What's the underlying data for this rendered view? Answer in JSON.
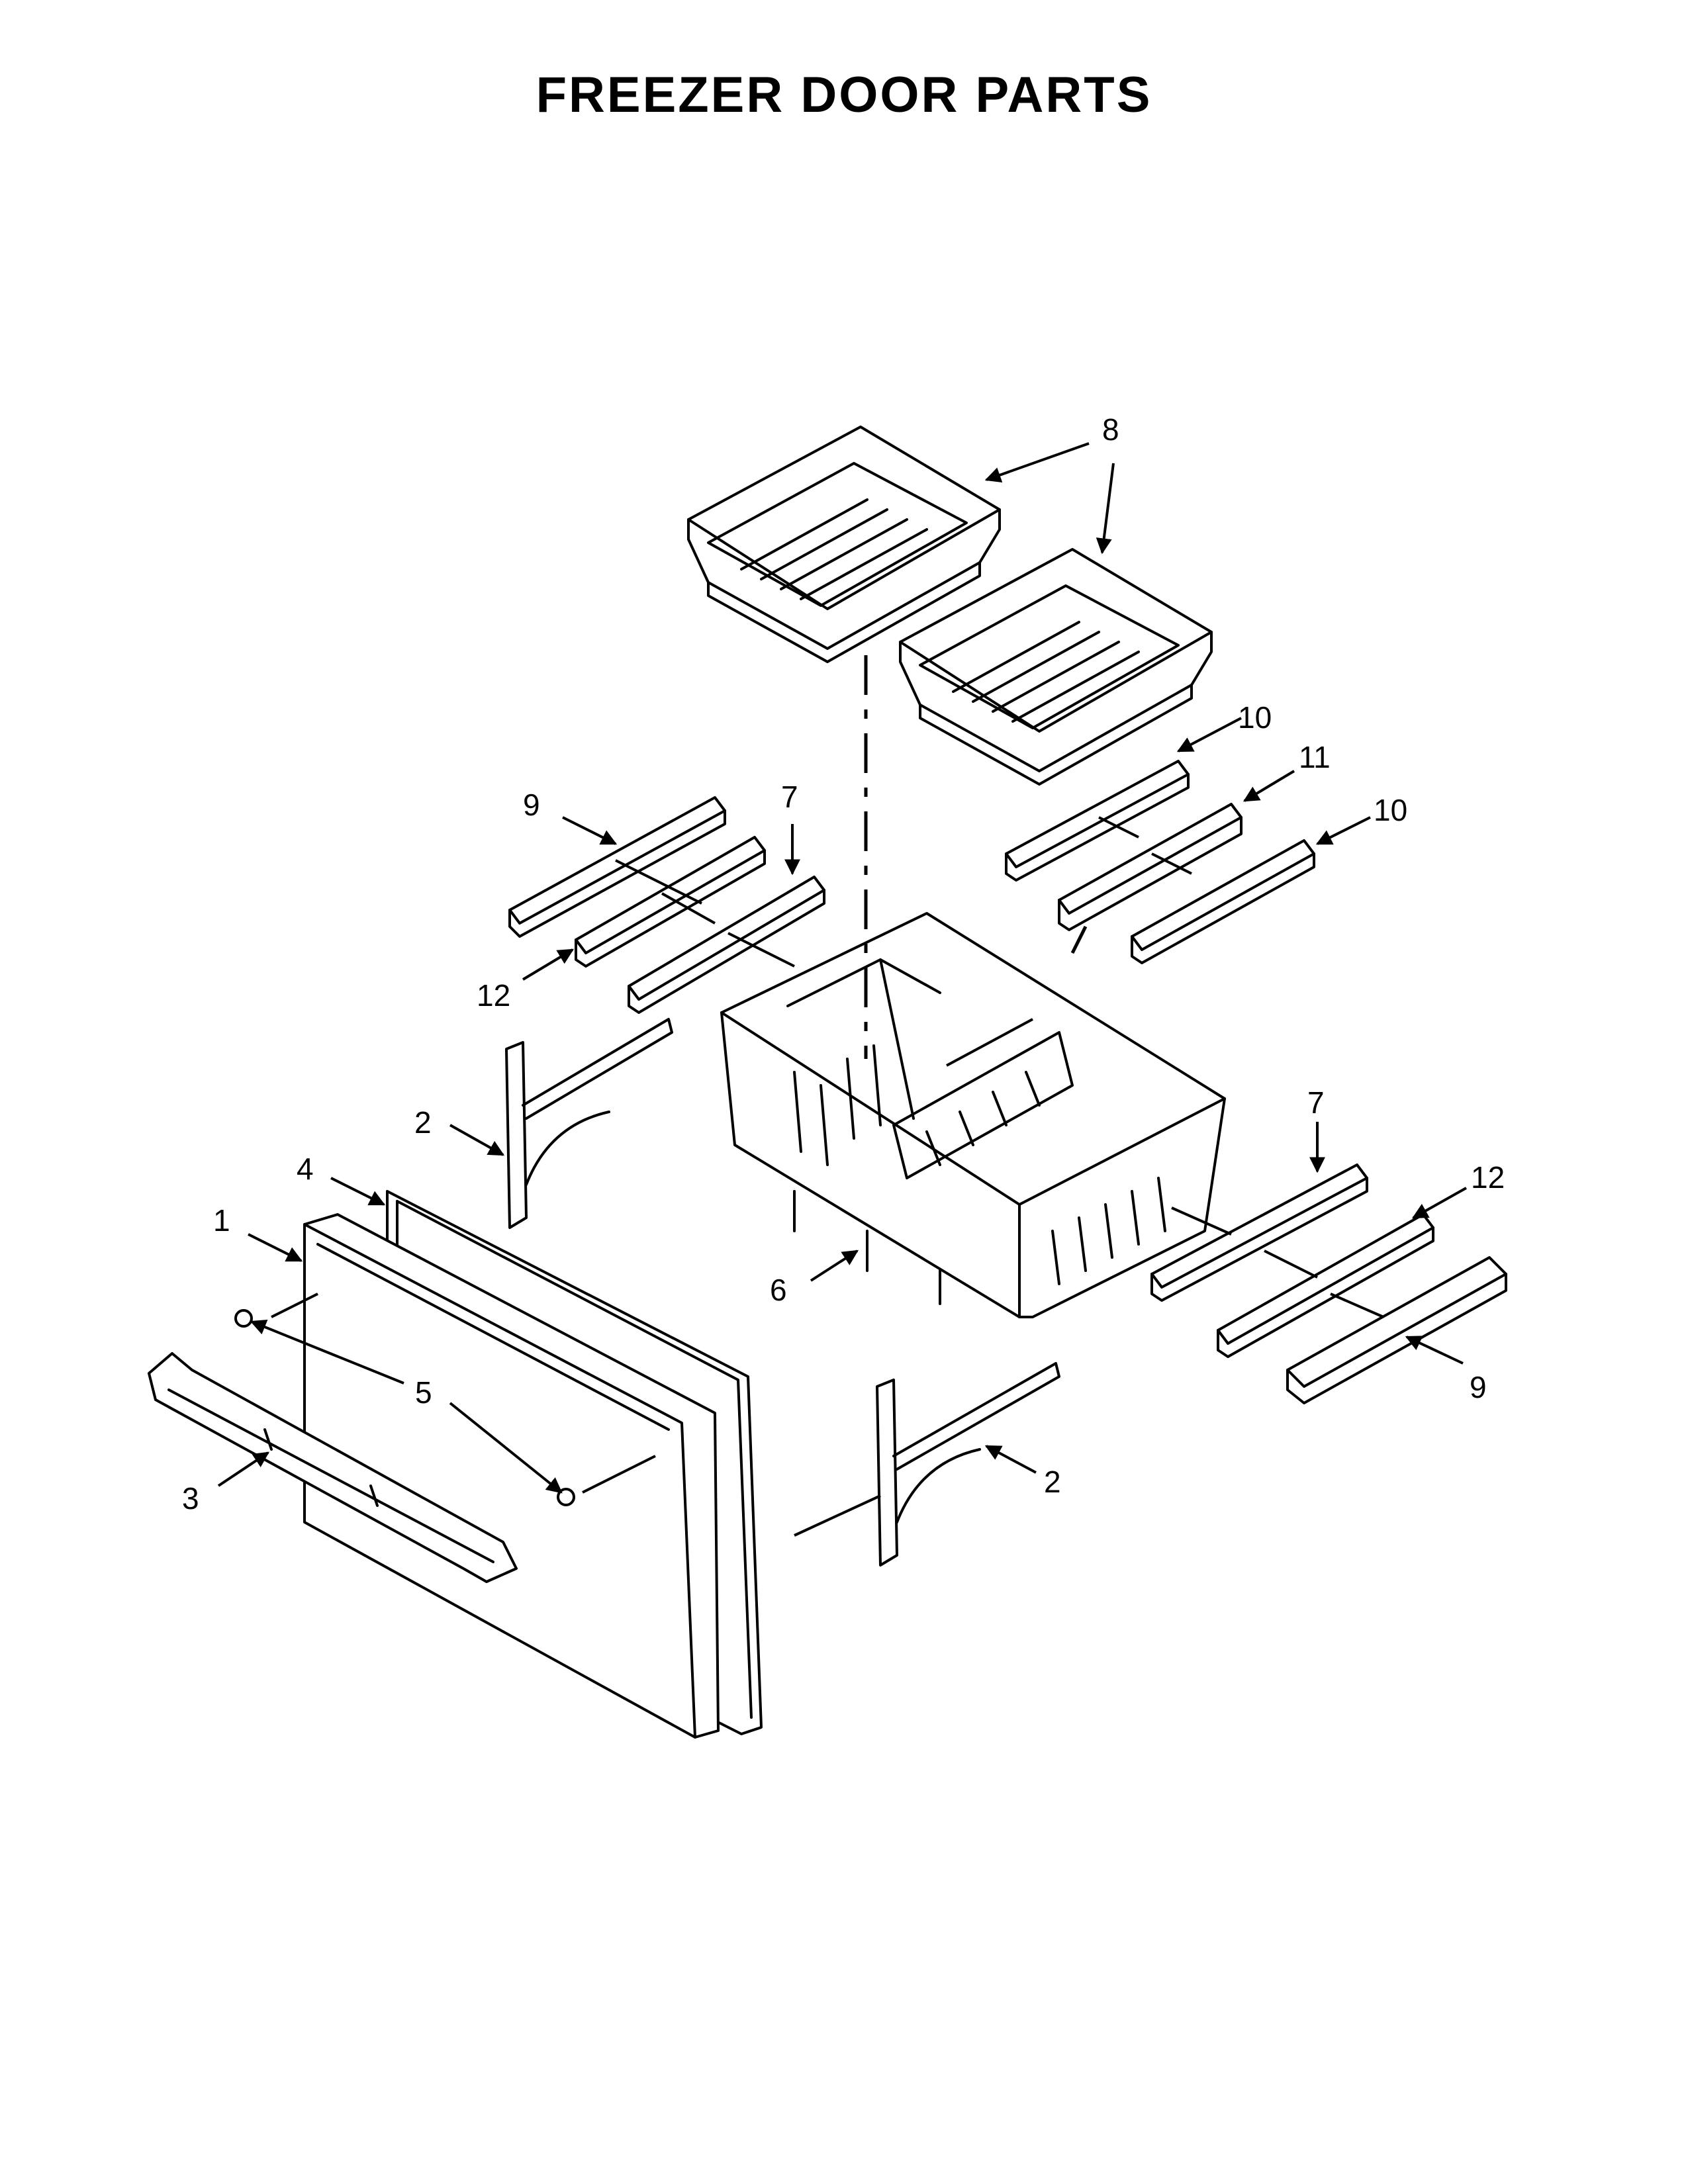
{
  "title": "FREEZER DOOR PARTS",
  "callouts": [
    "1",
    "2",
    "2",
    "3",
    "4",
    "5",
    "6",
    "7",
    "7",
    "8",
    "9",
    "9",
    "10",
    "10",
    "11",
    "12",
    "12"
  ]
}
